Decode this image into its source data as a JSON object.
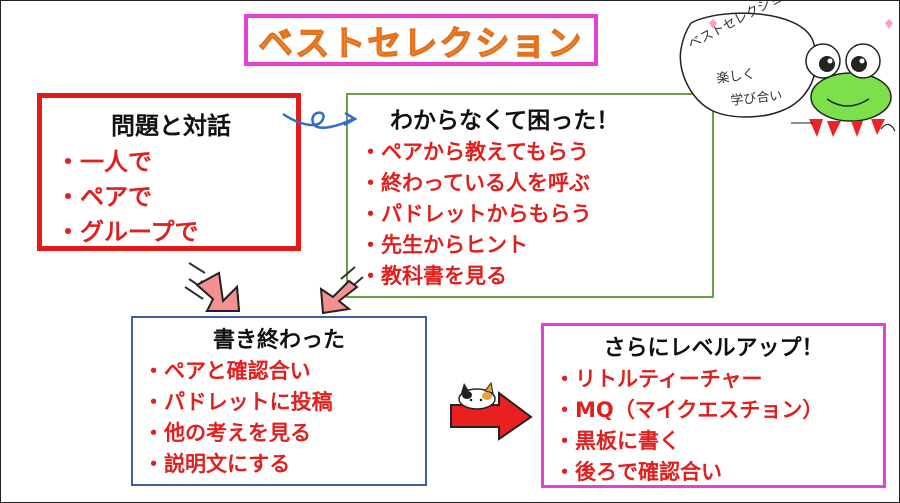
{
  "title": "ベストセレクション",
  "boxes": {
    "dialogue": {
      "heading": "問題と対話",
      "items": [
        "一人で",
        "ペアで",
        "グループで"
      ]
    },
    "stuck": {
      "heading": "わからなくて困った！",
      "items": [
        "ペアから教えてもらう",
        "終わっている人を呼ぶ",
        "パドレットからもらう",
        "先生からヒント",
        "教科書を見る"
      ]
    },
    "finished": {
      "heading": "書き終わった",
      "items": [
        "ペアと確認合い",
        "パドレットに投稿",
        "他の考えを見る",
        "説明文にする"
      ]
    },
    "levelup": {
      "heading": "さらにレベルアップ！",
      "items": [
        "リトルティーチャー",
        "MQ（マイクエスチョン）",
        "黒板に書く",
        "後ろで確認合い"
      ]
    }
  },
  "speech_bubble": {
    "lines": [
      "ベストセレクションで",
      "楽しく",
      "学び合い"
    ]
  },
  "colors": {
    "title_border": "#e43fd6",
    "title_text": "#f7b06a",
    "dialogue_border": "#e11a1a",
    "stuck_border": "#6aa24a",
    "finished_border": "#3d5fa6",
    "levelup_border": "#e43fd6",
    "item_text": "#e0201f"
  },
  "icons": [
    "wavy-arrow-icon",
    "down-arrow-icon",
    "down-arrow-icon",
    "right-arrow-icon",
    "cat-icon",
    "frog-icon",
    "speech-bubble-icon"
  ]
}
